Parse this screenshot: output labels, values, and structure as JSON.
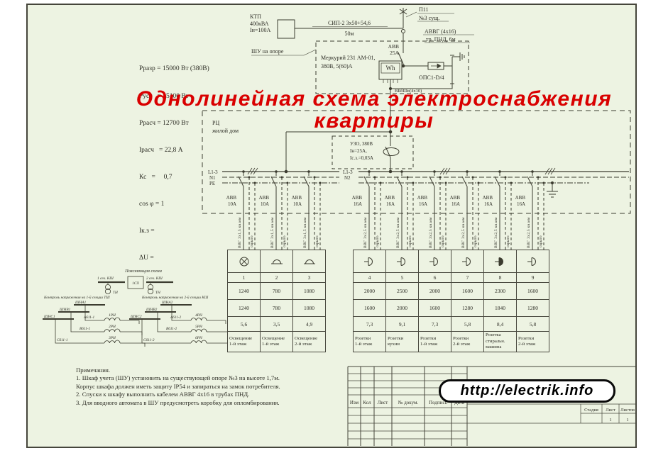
{
  "colors": {
    "sheet": "#edf3e2",
    "line": "#3c3c30",
    "title_red": "#d90000"
  },
  "title": {
    "line1": "Однолинейная схема электроснабжения",
    "line2": "квартиры"
  },
  "badge": {
    "url": "http://electrik.info"
  },
  "supply": {
    "ktp": {
      "l1": "КТП",
      "l2": "400кВА",
      "l3": "Iн=100А"
    },
    "sip": {
      "label": "СИП-2 3х50+54,6",
      "len": "50м"
    },
    "pole": {
      "l1": "П11",
      "l2": "№3 сущ."
    },
    "drop": {
      "l1": "АВВГ (4х16)",
      "l2": "тр. ПНД,  6м"
    },
    "shu": {
      "callout": "ШУ на опоре",
      "meter1": "Меркурий 231  АМ-01,",
      "meter2": "380В, 5(60)А",
      "wh": "Wh",
      "brk1": "АВВ",
      "brk2": "25А",
      "spd": "ОПС1-D/4",
      "riser": "ВБбШв(4х10)"
    }
  },
  "calc": {
    "lines": [
      "Рразр = 15000 Вт (380В)",
      "Руст   = 15100 Вт",
      "Ррасч = 12700 Вт",
      "Iрасч   = 22,8 А",
      "Кс   =     0,7",
      "cos φ = 1",
      "Iк.з =",
      "ΔU ="
    ]
  },
  "panel": {
    "rc1": "РЦ",
    "rc2": "жилой дом",
    "uzo1": "УЗО, 380В",
    "uzo2": "Iн=25А,",
    "uzo3": "Iс.з.=0,03А",
    "busL": {
      "l": "L1-3",
      "n": "N1",
      "pe": "PE"
    },
    "busR": {
      "l": "L1-3",
      "n": "N2"
    }
  },
  "circuits": [
    {
      "num": "1",
      "brk": "АВВ",
      "amp": "10А",
      "cable": "ВВГ 3х1,5 кв.мм",
      "lay": "скрыто",
      "icon": "lamp",
      "p1": "1240",
      "p2": "1240",
      "i": "5,6",
      "name": "Освещение\n1-й этаж"
    },
    {
      "num": "2",
      "brk": "АВВ",
      "amp": "10А",
      "cable": "ВВГ 3х1,5 кв.мм",
      "lay": "скрыто",
      "icon": "dome",
      "p1": "780",
      "p2": "780",
      "i": "3,5",
      "name": "Освещение\n1-й этаж"
    },
    {
      "num": "3",
      "brk": "АВВ",
      "amp": "10А",
      "cable": "ВВГ 3х1,5 кв.мм",
      "lay": "скрыто",
      "icon": "dome",
      "p1": "1080",
      "p2": "1080",
      "i": "4,9",
      "name": "Освещение\n2-й этаж"
    },
    {
      "num": "4",
      "brk": "АВВ",
      "amp": "16А",
      "cable": "ВВГ 3х2,5 кв.мм",
      "lay": "скрыто",
      "icon": "socket",
      "p1": "2000",
      "p2": "1600",
      "i": "7,3",
      "name": "Розетки\n1-й этаж"
    },
    {
      "num": "5",
      "brk": "АВВ",
      "amp": "16А",
      "cable": "ВВГ 3х2,5 кв.мм",
      "lay": "скрыто",
      "icon": "socket",
      "p1": "2500",
      "p2": "2000",
      "i": "9,1",
      "name": "Розетки\nкухни"
    },
    {
      "num": "6",
      "brk": "АВВ",
      "amp": "16А",
      "cable": "ВВГ 3х2,5 кв.мм",
      "lay": "скрыто",
      "icon": "socket",
      "p1": "2000",
      "p2": "1600",
      "i": "7,3",
      "name": "Розетки\n1-й этаж"
    },
    {
      "num": "7",
      "brk": "АВВ",
      "amp": "16А",
      "cable": "ВВГ 3х2,5 кв.мм",
      "lay": "скрыто",
      "icon": "socket",
      "p1": "1600",
      "p2": "1280",
      "i": "5,8",
      "name": "Розетки\n2-й этаж"
    },
    {
      "num": "8",
      "brk": "АВВ",
      "amp": "16А",
      "cable": "ВВГ 3х2,5 кв.мм",
      "lay": "скрыто",
      "icon": "socket-filled",
      "p1": "2300",
      "p2": "1840",
      "i": "8,4",
      "name": "Розетка\nстиральн.\nмашина"
    },
    {
      "num": "9",
      "brk": "АВВ",
      "amp": "16А",
      "cable": "ВВГ 3х2,5 кв.мм",
      "lay": "скрыто",
      "icon": "socket",
      "p1": "1600",
      "p2": "1280",
      "i": "5,8",
      "name": "Розетки\n2-й этаж"
    }
  ],
  "inset": {
    "title": "Поясняющая схема",
    "sec1": "1 сек. КШ",
    "box": "1СХ",
    "sec2": "2 сек. КШ",
    "tn": "ТН",
    "leftTitle": "Контроль напряжения на 1-й секции ТШ",
    "rightTitle": "Контроль напряжения на 2-й секции КШ",
    "leftBars": [
      "ШНА1",
      "ШНВ1",
      "ШНС1"
    ],
    "rightBars": [
      "ШНА2",
      "ШНВ2",
      "ШНС2"
    ],
    "leftRelays": [
      {
        "id": "А611-1",
        "coil": "1РН"
      },
      {
        "id": "В611-1",
        "coil": "2РН"
      },
      {
        "id": "С611-1",
        "coil": "3РН"
      }
    ],
    "rightRelays": [
      {
        "id": "А611-2",
        "coil": "4РН"
      },
      {
        "id": "В611-2",
        "coil": "5РН"
      },
      {
        "id": "С611-2",
        "coil": "6РН"
      }
    ]
  },
  "notes": {
    "lines": [
      "Примечания.",
      "1. Шкаф учета (ШУ) установить на существующей опоре №3 на высоте 1,7м.",
      "Корпус шкафа должен иметь защиту  IP54 и запираться на замок потребителя.",
      "2. Спуски к шкафу выполнить кабелем АВВГ 4х16 в трубах ПНД.",
      "3. Для вводного автомата в ШУ предусмотреть коробку для опломбирования."
    ]
  },
  "stamp": {
    "cols": [
      "Изм",
      "Кол",
      "Лист",
      "№ докум.",
      "Подпись",
      "Дата"
    ],
    "stage": {
      "h1": "Стадия",
      "h2": "Лист",
      "h3": "Листов",
      "v2": "1",
      "v3": "1"
    }
  }
}
